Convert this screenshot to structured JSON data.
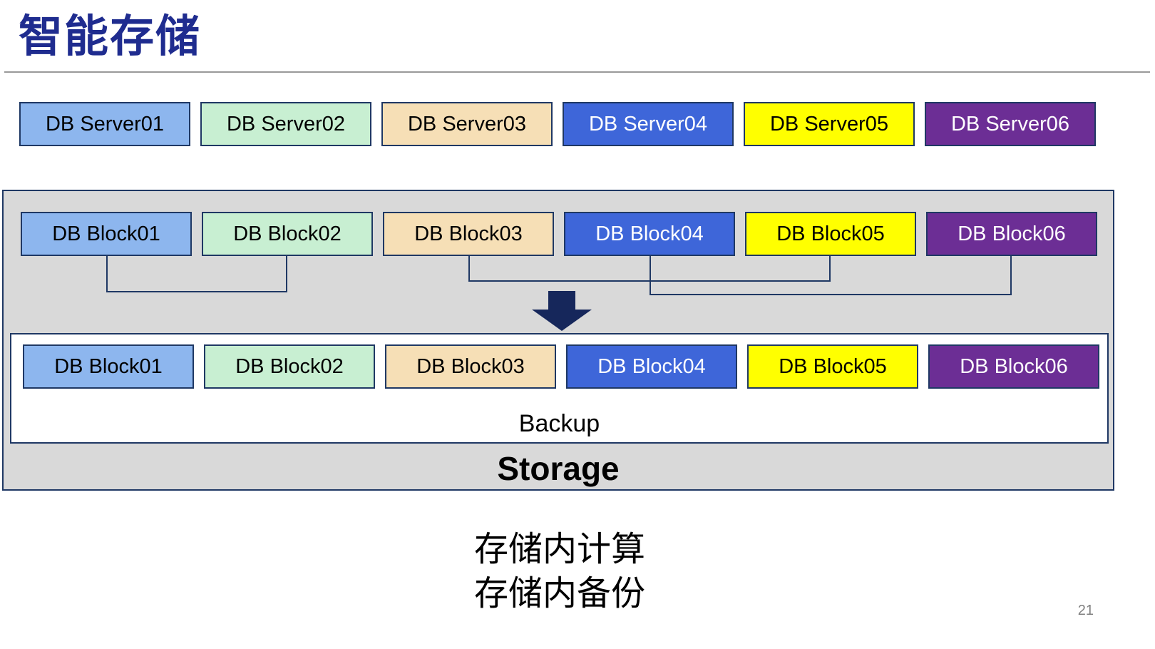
{
  "page": {
    "title": "智能存储",
    "page_number": "21",
    "captions": [
      "存储内计算",
      "存储内备份"
    ]
  },
  "servers": [
    {
      "label": "DB Server01",
      "bg": "#8DB6EE",
      "fg": "#000000"
    },
    {
      "label": "DB Server02",
      "bg": "#C8EFD2",
      "fg": "#000000"
    },
    {
      "label": "DB Server03",
      "bg": "#F6DFB6",
      "fg": "#000000"
    },
    {
      "label": "DB Server04",
      "bg": "#3E66D9",
      "fg": "#FFFFFF"
    },
    {
      "label": "DB Server05",
      "bg": "#FFFF00",
      "fg": "#000000"
    },
    {
      "label": "DB Server06",
      "bg": "#6C2E95",
      "fg": "#FFFFFF"
    }
  ],
  "storage": {
    "label": "Storage",
    "source_blocks": [
      {
        "label": "DB Block01",
        "bg": "#8DB6EE",
        "fg": "#000000"
      },
      {
        "label": "DB Block02",
        "bg": "#C8EFD2",
        "fg": "#000000"
      },
      {
        "label": "DB Block03",
        "bg": "#F6DFB6",
        "fg": "#000000"
      },
      {
        "label": "DB Block04",
        "bg": "#3E66D9",
        "fg": "#FFFFFF"
      },
      {
        "label": "DB Block05",
        "bg": "#FFFF00",
        "fg": "#000000"
      },
      {
        "label": "DB Block06",
        "bg": "#6C2E95",
        "fg": "#FFFFFF"
      }
    ],
    "backup": {
      "label": "Backup",
      "blocks": [
        {
          "label": "DB Block01",
          "bg": "#8DB6EE",
          "fg": "#000000"
        },
        {
          "label": "DB Block02",
          "bg": "#C8EFD2",
          "fg": "#000000"
        },
        {
          "label": "DB Block03",
          "bg": "#F6DFB6",
          "fg": "#000000"
        },
        {
          "label": "DB Block04",
          "bg": "#3E66D9",
          "fg": "#FFFFFF"
        },
        {
          "label": "DB Block05",
          "bg": "#FFFF00",
          "fg": "#000000"
        },
        {
          "label": "DB Block06",
          "bg": "#6C2E95",
          "fg": "#FFFFFF"
        }
      ]
    }
  },
  "colors": {
    "title": "#1F2C8F",
    "box_border": "#1F3864",
    "storage_background": "#D9D9D9",
    "arrow": "#16275B",
    "divider": "#9A9A9A"
  }
}
